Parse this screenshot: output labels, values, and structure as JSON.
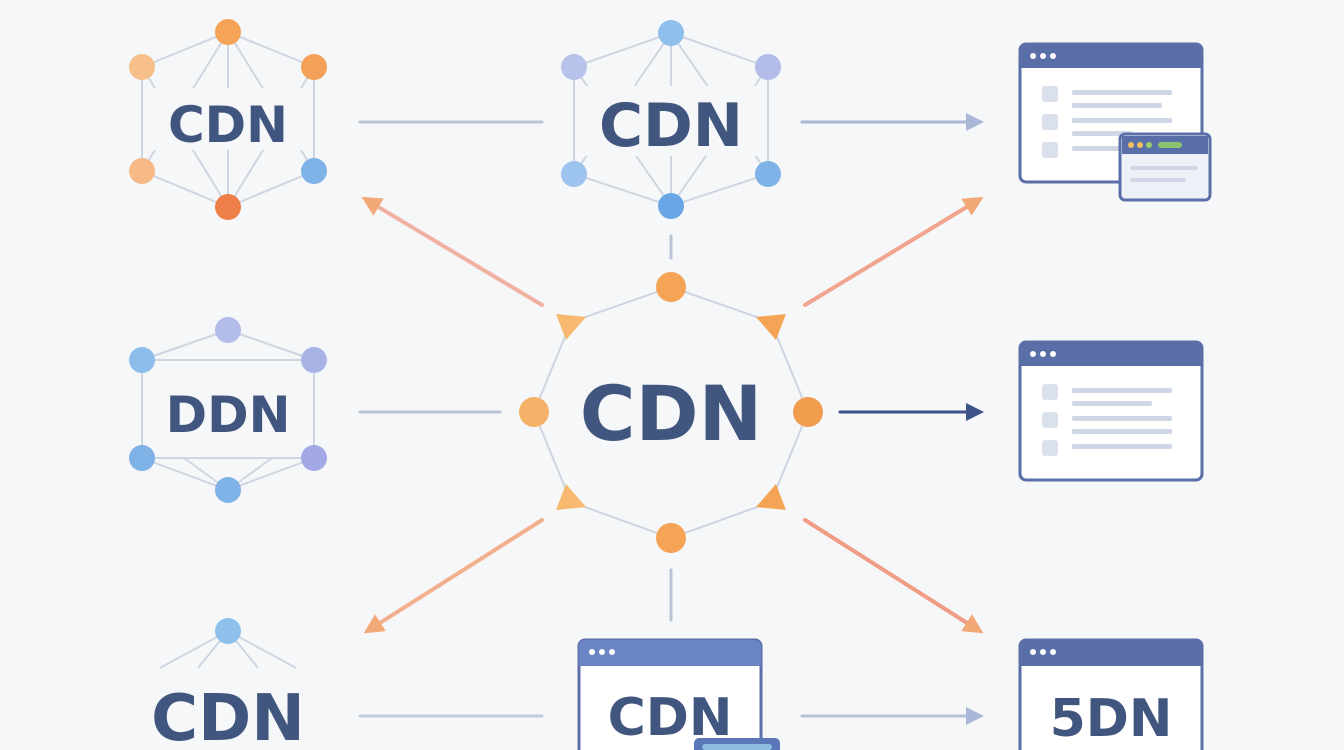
{
  "labels": {
    "top_left": "CDN",
    "top_center": "CDN",
    "middle_left": "DDN",
    "center_hub": "CDN",
    "bottom_left": "CDN",
    "bottom_center": "CDN",
    "bottom_right": "5DN"
  },
  "colors": {
    "label": "#41567f",
    "orange": "#f5a354",
    "orange_deep": "#ee7f48",
    "blue": "#7fb2e6",
    "blue_deep": "#5e9be0",
    "lavender": "#a8b4e6",
    "navy_frame": "#5a6fa8",
    "connector": "#b9c4d6",
    "arrow_orange": "#f0a58c",
    "arrow_navy": "#3d5288"
  },
  "icons": [
    "network-node-icon",
    "browser-window-icon",
    "arrow-icon"
  ]
}
